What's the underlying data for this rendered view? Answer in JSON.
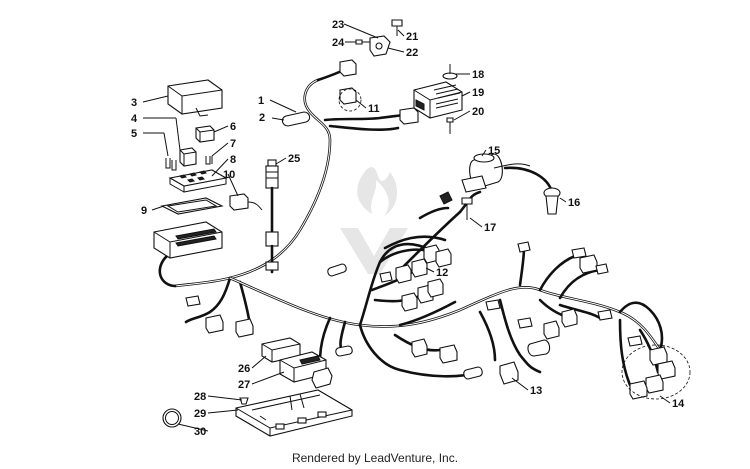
{
  "footer": {
    "text": "Rendered by LeadVenture, Inc."
  },
  "callouts": [
    "1",
    "2",
    "3",
    "4",
    "5",
    "6",
    "7",
    "8",
    "9",
    "10",
    "11",
    "12",
    "13",
    "14",
    "15",
    "16",
    "17",
    "18",
    "19",
    "20",
    "21",
    "22",
    "23",
    "24",
    "25",
    "26",
    "27",
    "28",
    "29",
    "30"
  ],
  "colors": {
    "ink": "#111111",
    "watermark": "#e6e6e6",
    "background": "#ffffff"
  }
}
